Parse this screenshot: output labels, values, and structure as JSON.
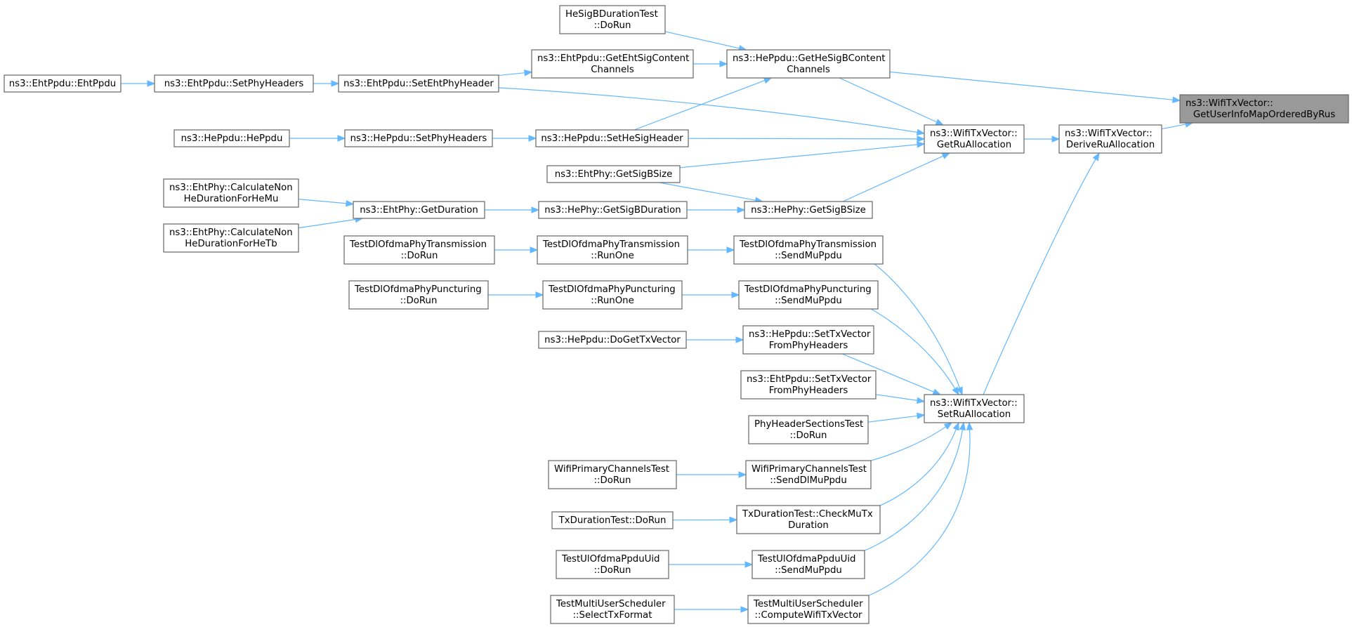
{
  "graph": {
    "nodes": [
      {
        "id": "root",
        "lines": [
          "ns3::WifiTxVector::",
          "GetUserInfoMapOrderedByRus"
        ],
        "root": true
      },
      {
        "id": "deriveRu",
        "lines": [
          "ns3::WifiTxVector::",
          "DeriveRuAllocation"
        ]
      },
      {
        "id": "getRuAlloc",
        "lines": [
          "ns3::WifiTxVector::",
          "GetRuAllocation"
        ]
      },
      {
        "id": "setRuAlloc",
        "lines": [
          "ns3::WifiTxVector::",
          "SetRuAllocation"
        ]
      },
      {
        "id": "heGetSigBContent",
        "lines": [
          "ns3::HePpdu::GetHeSigBContent",
          "Channels"
        ]
      },
      {
        "id": "heSigBDurTest",
        "lines": [
          "HeSigBDurationTest",
          "::DoRun"
        ]
      },
      {
        "id": "ehtGetEhtSigContent",
        "lines": [
          "ns3::EhtPpdu::GetEhtSigContent",
          "Channels"
        ]
      },
      {
        "id": "ehtSetEhtPhyHeader",
        "lines": [
          "ns3::EhtPpdu::SetEhtPhyHeader"
        ]
      },
      {
        "id": "ehtSetPhyHeaders",
        "lines": [
          "ns3::EhtPpdu::SetPhyHeaders"
        ]
      },
      {
        "id": "ehtPpdu",
        "lines": [
          "ns3::EhtPpdu::EhtPpdu"
        ]
      },
      {
        "id": "heSetHeSigHeader",
        "lines": [
          "ns3::HePpdu::SetHeSigHeader"
        ]
      },
      {
        "id": "heSetPhyHeaders",
        "lines": [
          "ns3::HePpdu::SetPhyHeaders"
        ]
      },
      {
        "id": "hePpdu",
        "lines": [
          "ns3::HePpdu::HePpdu"
        ]
      },
      {
        "id": "ehtGetSigBSize",
        "lines": [
          "ns3::EhtPhy::GetSigBSize"
        ]
      },
      {
        "id": "heGetSigBSize",
        "lines": [
          "ns3::HePhy::GetSigBSize"
        ]
      },
      {
        "id": "heGetSigBDuration",
        "lines": [
          "ns3::HePhy::GetSigBDuration"
        ]
      },
      {
        "id": "ehtGetDuration",
        "lines": [
          "ns3::EhtPhy::GetDuration"
        ]
      },
      {
        "id": "calcHeMu",
        "lines": [
          "ns3::EhtPhy::CalculateNon",
          "HeDurationForHeMu"
        ]
      },
      {
        "id": "calcHeTb",
        "lines": [
          "ns3::EhtPhy::CalculateNon",
          "HeDurationForHeTb"
        ]
      },
      {
        "id": "tdoptSend",
        "lines": [
          "TestDlOfdmaPhyTransmission",
          "::SendMuPpdu"
        ]
      },
      {
        "id": "tdoptRunOne",
        "lines": [
          "TestDlOfdmaPhyTransmission",
          "::RunOne"
        ]
      },
      {
        "id": "tdoptDoRun",
        "lines": [
          "TestDlOfdmaPhyTransmission",
          "::DoRun"
        ]
      },
      {
        "id": "tdoppSend",
        "lines": [
          "TestDlOfdmaPhyPuncturing",
          "::SendMuPpdu"
        ]
      },
      {
        "id": "tdoppRunOne",
        "lines": [
          "TestDlOfdmaPhyPuncturing",
          "::RunOne"
        ]
      },
      {
        "id": "tdoppDoRun",
        "lines": [
          "TestDlOfdmaPhyPuncturing",
          "::DoRun"
        ]
      },
      {
        "id": "heSetTxVec",
        "lines": [
          "ns3::HePpdu::SetTxVector",
          "FromPhyHeaders"
        ]
      },
      {
        "id": "heDoGetTxVec",
        "lines": [
          "ns3::HePpdu::DoGetTxVector"
        ]
      },
      {
        "id": "ehtSetTxVec",
        "lines": [
          "ns3::EhtPpdu::SetTxVector",
          "FromPhyHeaders"
        ]
      },
      {
        "id": "phyHdrTest",
        "lines": [
          "PhyHeaderSectionsTest",
          "::DoRun"
        ]
      },
      {
        "id": "wpcSend",
        "lines": [
          "WifiPrimaryChannelsTest",
          "::SendDlMuPpdu"
        ]
      },
      {
        "id": "wpcDoRun",
        "lines": [
          "WifiPrimaryChannelsTest",
          "::DoRun"
        ]
      },
      {
        "id": "txdCheck",
        "lines": [
          "TxDurationTest::CheckMuTx",
          "Duration"
        ]
      },
      {
        "id": "txdDoRun",
        "lines": [
          "TxDurationTest::DoRun"
        ]
      },
      {
        "id": "tuopSend",
        "lines": [
          "TestUlOfdmaPpduUid",
          "::SendMuPpdu"
        ]
      },
      {
        "id": "tuopDoRun",
        "lines": [
          "TestUlOfdmaPpduUid",
          "::DoRun"
        ]
      },
      {
        "id": "tmusCompute",
        "lines": [
          "TestMultiUserScheduler",
          "::ComputeWifiTxVector"
        ]
      },
      {
        "id": "tmusSelect",
        "lines": [
          "TestMultiUserScheduler",
          "::SelectTxFormat"
        ]
      }
    ],
    "edges": [
      {
        "from": "deriveRu",
        "to": "root"
      },
      {
        "from": "heGetSigBContent",
        "to": "root"
      },
      {
        "from": "getRuAlloc",
        "to": "deriveRu"
      },
      {
        "from": "setRuAlloc",
        "to": "deriveRu"
      },
      {
        "from": "heGetSigBContent",
        "to": "getRuAlloc"
      },
      {
        "from": "ehtSetEhtPhyHeader",
        "to": "getRuAlloc"
      },
      {
        "from": "heSetHeSigHeader",
        "to": "getRuAlloc"
      },
      {
        "from": "ehtGetSigBSize",
        "to": "getRuAlloc"
      },
      {
        "from": "heGetSigBSize",
        "to": "getRuAlloc"
      },
      {
        "from": "heSigBDurTest",
        "to": "heGetSigBContent"
      },
      {
        "from": "ehtGetEhtSigContent",
        "to": "heGetSigBContent"
      },
      {
        "from": "heSetHeSigHeader",
        "to": "heGetSigBContent"
      },
      {
        "from": "ehtSetEhtPhyHeader",
        "to": "ehtGetEhtSigContent"
      },
      {
        "from": "ehtSetPhyHeaders",
        "to": "ehtSetEhtPhyHeader"
      },
      {
        "from": "ehtPpdu",
        "to": "ehtSetPhyHeaders"
      },
      {
        "from": "heSetPhyHeaders",
        "to": "heSetHeSigHeader"
      },
      {
        "from": "hePpdu",
        "to": "heSetPhyHeaders"
      },
      {
        "from": "ehtGetSigBSize",
        "to": "heGetSigBSize"
      },
      {
        "from": "heGetSigBDuration",
        "to": "heGetSigBSize"
      },
      {
        "from": "ehtGetDuration",
        "to": "heGetSigBDuration"
      },
      {
        "from": "calcHeMu",
        "to": "ehtGetDuration"
      },
      {
        "from": "calcHeTb",
        "to": "ehtGetDuration"
      },
      {
        "from": "tdoptSend",
        "to": "setRuAlloc"
      },
      {
        "from": "tdoptRunOne",
        "to": "tdoptSend"
      },
      {
        "from": "tdoptDoRun",
        "to": "tdoptRunOne"
      },
      {
        "from": "tdoppSend",
        "to": "setRuAlloc"
      },
      {
        "from": "tdoppRunOne",
        "to": "tdoppSend"
      },
      {
        "from": "tdoppDoRun",
        "to": "tdoppRunOne"
      },
      {
        "from": "heSetTxVec",
        "to": "setRuAlloc"
      },
      {
        "from": "heDoGetTxVec",
        "to": "heSetTxVec"
      },
      {
        "from": "ehtSetTxVec",
        "to": "setRuAlloc"
      },
      {
        "from": "phyHdrTest",
        "to": "setRuAlloc"
      },
      {
        "from": "wpcSend",
        "to": "setRuAlloc"
      },
      {
        "from": "wpcDoRun",
        "to": "wpcSend"
      },
      {
        "from": "txdCheck",
        "to": "setRuAlloc"
      },
      {
        "from": "txdDoRun",
        "to": "txdCheck"
      },
      {
        "from": "tuopSend",
        "to": "setRuAlloc"
      },
      {
        "from": "tuopDoRun",
        "to": "tuopSend"
      },
      {
        "from": "tmusCompute",
        "to": "setRuAlloc"
      },
      {
        "from": "tmusSelect",
        "to": "tmusCompute"
      }
    ]
  }
}
